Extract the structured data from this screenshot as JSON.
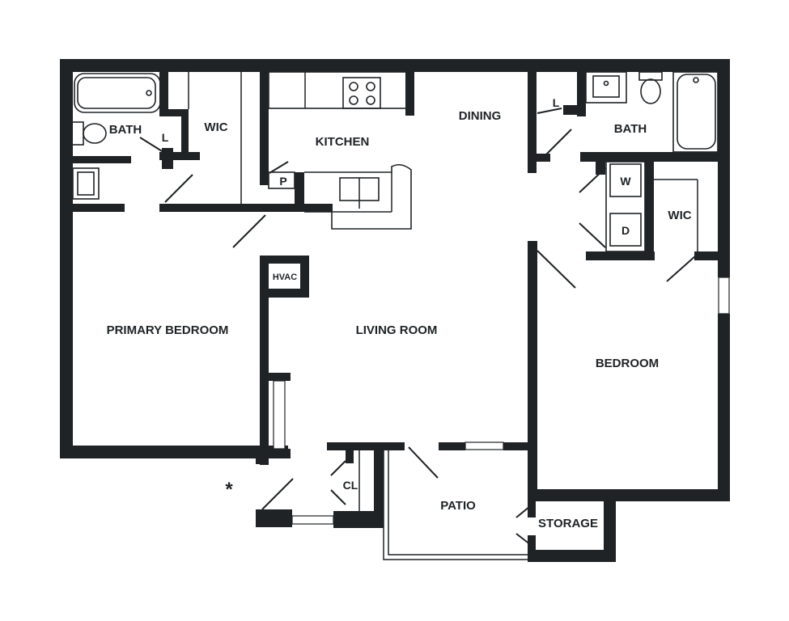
{
  "floorplan": {
    "rooms": {
      "bath_left": "BATH",
      "wic_left": "WIC",
      "kitchen": "KITCHEN",
      "dining": "DINING",
      "bath_right": "BATH",
      "wic_right": "WIC",
      "primary_bedroom": "PRIMARY BEDROOM",
      "living_room": "LIVING ROOM",
      "bedroom": "BEDROOM",
      "patio": "PATIO",
      "storage": "STORAGE"
    },
    "markers": {
      "laundry_left": "L",
      "laundry_right": "L",
      "pantry": "P",
      "hvac": "HVAC",
      "closet": "CL",
      "washer": "W",
      "dryer": "D",
      "entry": "*"
    }
  }
}
